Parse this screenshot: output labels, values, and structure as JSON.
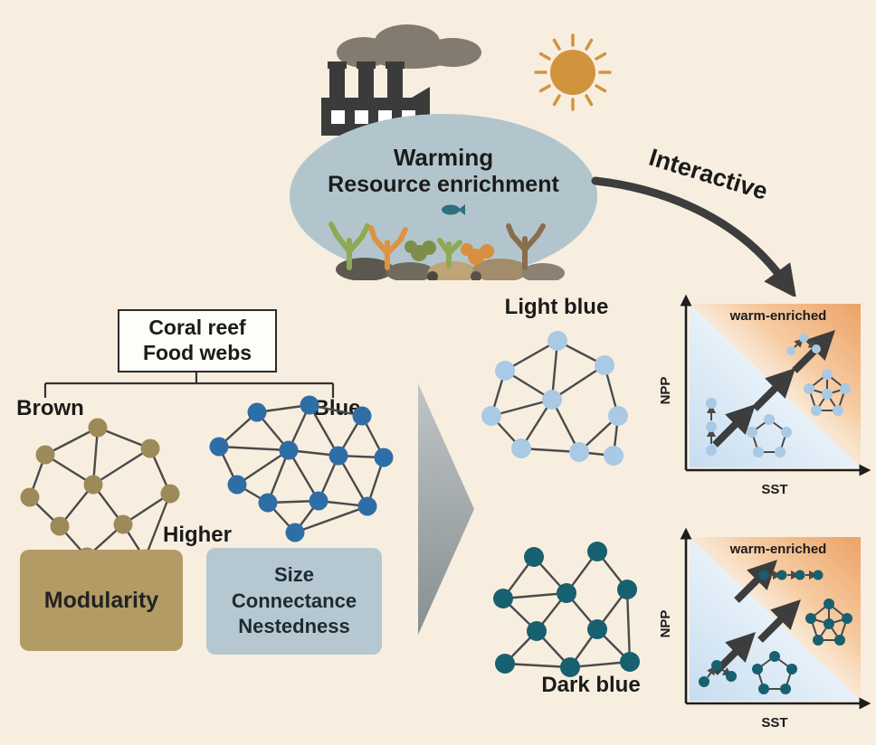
{
  "colors": {
    "bg": "#f8eee0",
    "ink": "#1b1b1b",
    "smoke": "#837b70",
    "factory": "#3b3b3b",
    "sun": "#d2933e",
    "oval": "#b2c5cd",
    "brown-node": "#9c8a58",
    "blue-node": "#2e6ea6",
    "lightblue-node": "#a9c9e4",
    "teal-node": "#17606f",
    "brown-box": "#b39b65",
    "blue-box": "#b5c8d1",
    "edge": "#4a4a4a",
    "arrow": "#3d3d3d",
    "plot-blue": "#c6ddf0",
    "plot-orange": "#eda266"
  },
  "top": {
    "warming": "Warming",
    "resource": "Resource enrichment",
    "interactive": "Interactive"
  },
  "left": {
    "foodweb_line1": "Coral reef",
    "foodweb_line2": "Food webs",
    "brown": "Brown",
    "blue": "Blue",
    "higher": "Higher",
    "modularity": "Modularity",
    "metric1": "Size",
    "metric2": "Connectance",
    "metric3": "Nestedness"
  },
  "right": {
    "light_blue": "Light blue",
    "dark_blue": "Dark blue",
    "plots": [
      {
        "warm": "warm-enriched",
        "y": "NPP",
        "x": "SST"
      },
      {
        "warm": "warm-enriched",
        "y": "NPP",
        "x": "SST"
      }
    ]
  }
}
